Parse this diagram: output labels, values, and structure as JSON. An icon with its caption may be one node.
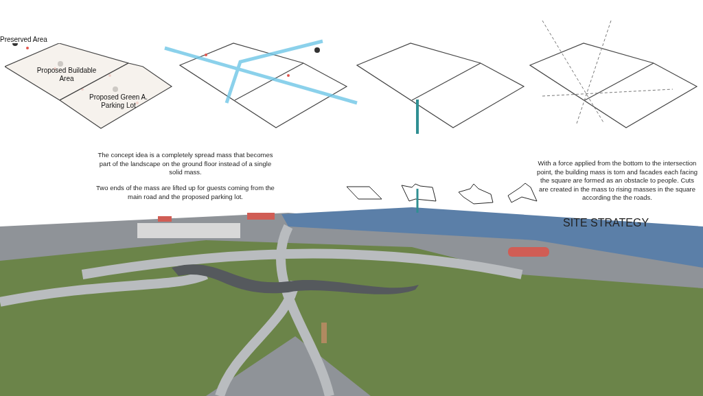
{
  "diagram": {
    "title": "SITE STRATEGY",
    "nodes": [
      {
        "text": [
          "Proposed Buildable Area"
        ]
      },
      {
        "text": [
          "Proposed Green A. Parking Lot"
        ]
      }
    ],
    "labels": [
      "Preserved Area",
      "The concept idea is a completely spread mass that becomes part of the landscape on the ground floor instead of a single solid mass.",
      "Two ends of the mass are lifted up for guests coming from the main road and the proposed parking lot.",
      "With a force applied from the bottom to the intersection point, the building mass is torn and facades each facing the square are formed as an obstacle to people. Cuts are created in the mass to rising masses in the square according the the roads."
    ]
  }
}
